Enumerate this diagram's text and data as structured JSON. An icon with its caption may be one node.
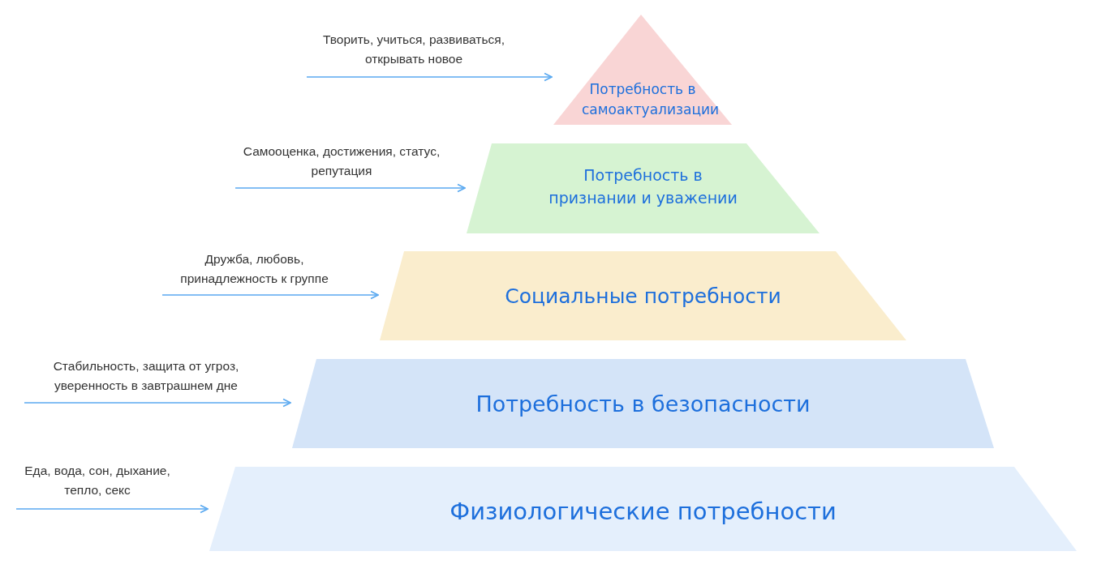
{
  "diagram": {
    "nodes": [
      {
        "text": [
          "Творить, учиться, развиваться, открывать новое"
        ]
      },
      {
        "text": [
          "Потребность в самоактуализации"
        ]
      },
      {
        "text": [
          "Самооценка, достижения, статус, репутация"
        ]
      },
      {
        "text": [
          "Потребность в признании и уважении"
        ]
      },
      {
        "text": [
          "Дружба, любовь, принадлежность к группе"
        ]
      },
      {
        "text": [
          "Социальные потребности"
        ]
      },
      {
        "text": [
          "Стабильность, защита от угроз, уверенность в завтрашнем дне"
        ]
      },
      {
        "text": [
          "Потребность в безопасности"
        ]
      },
      {
        "text": [
          "Еда, вода, сон, дыхание, тепло, секс"
        ]
      },
      {
        "text": [
          "Физиологические потребности"
        ]
      }
    ],
    "edges": [
      {
        "from": 0,
        "to": 1,
        "arrow": "to"
      },
      {
        "from": 2,
        "to": 3,
        "arrow": "to"
      },
      {
        "from": 4,
        "to": 5,
        "arrow": "to"
      },
      {
        "from": 6,
        "to": 7,
        "arrow": "to"
      },
      {
        "from": 8,
        "to": 9,
        "arrow": "to"
      }
    ]
  }
}
